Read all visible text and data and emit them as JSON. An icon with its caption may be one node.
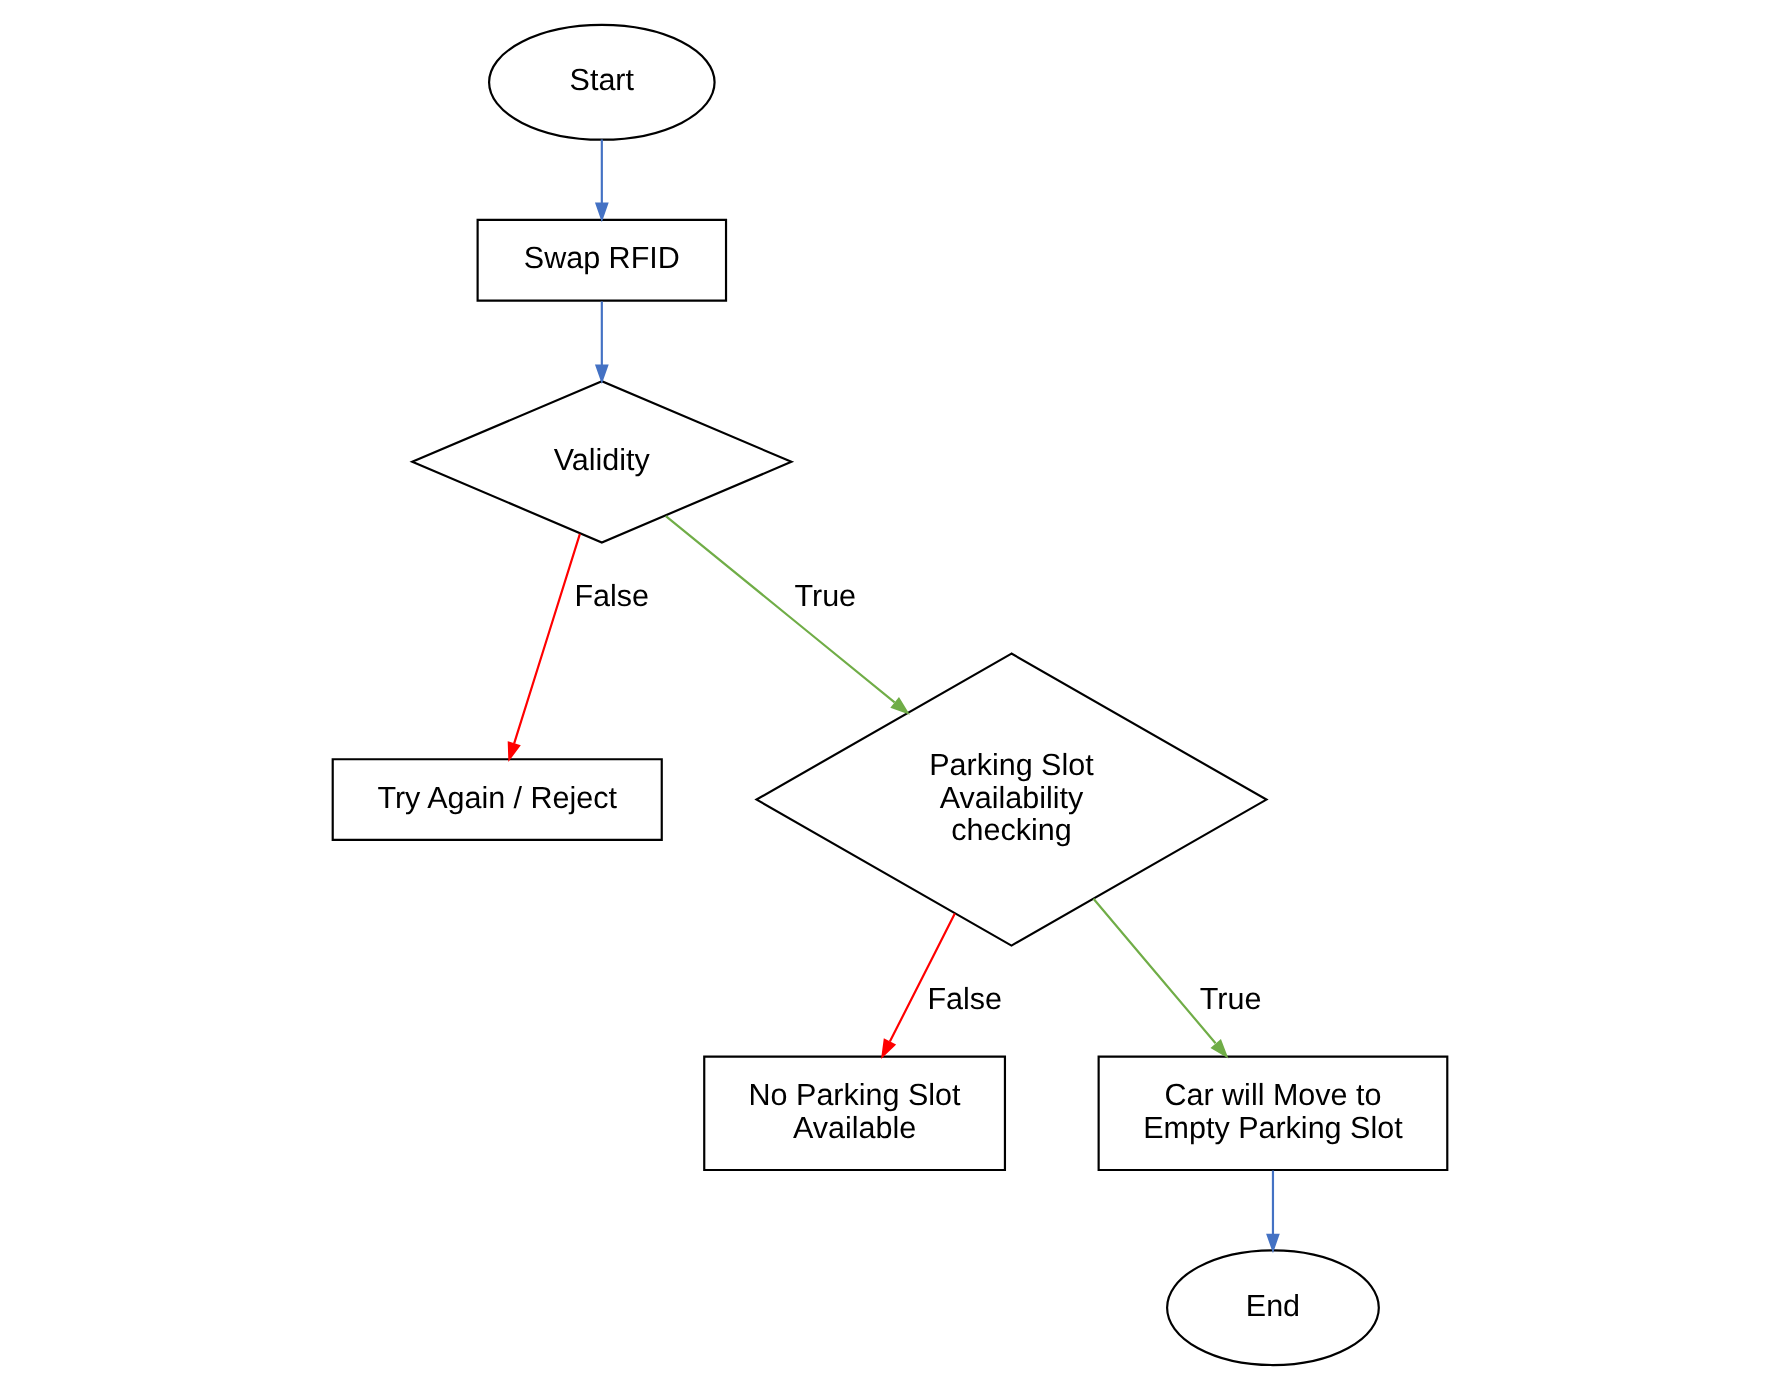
{
  "diagram": {
    "nodes": [
      {
        "text": [
          "Start"
        ]
      },
      {
        "text": [
          "Swap RFID"
        ]
      },
      {
        "text": [
          "Validity"
        ]
      },
      {
        "text": [
          "Try Again / Reject"
        ]
      },
      {
        "text": [
          "Parking Slot Availability checking"
        ]
      },
      {
        "text": [
          "No Parking Slot Available"
        ]
      },
      {
        "text": [
          "Car will Move to Empty Parking Slot"
        ]
      },
      {
        "text": [
          "End"
        ]
      }
    ],
    "edges": [
      {
        "from": 0,
        "to": 1,
        "arrow": "to"
      },
      {
        "from": 1,
        "to": 2,
        "arrow": "to"
      },
      {
        "from": 2,
        "to": 3,
        "arrow": "to",
        "label": "False",
        "color": "#ff0000"
      },
      {
        "from": 2,
        "to": 4,
        "arrow": "to",
        "label": "True",
        "color": "#70ad47"
      },
      {
        "from": 4,
        "to": 5,
        "arrow": "to",
        "label": "False",
        "color": "#ff0000"
      },
      {
        "from": 4,
        "to": 6,
        "arrow": "to",
        "label": "True",
        "color": "#70ad47"
      },
      {
        "from": 6,
        "to": 7,
        "arrow": "to"
      }
    ]
  }
}
